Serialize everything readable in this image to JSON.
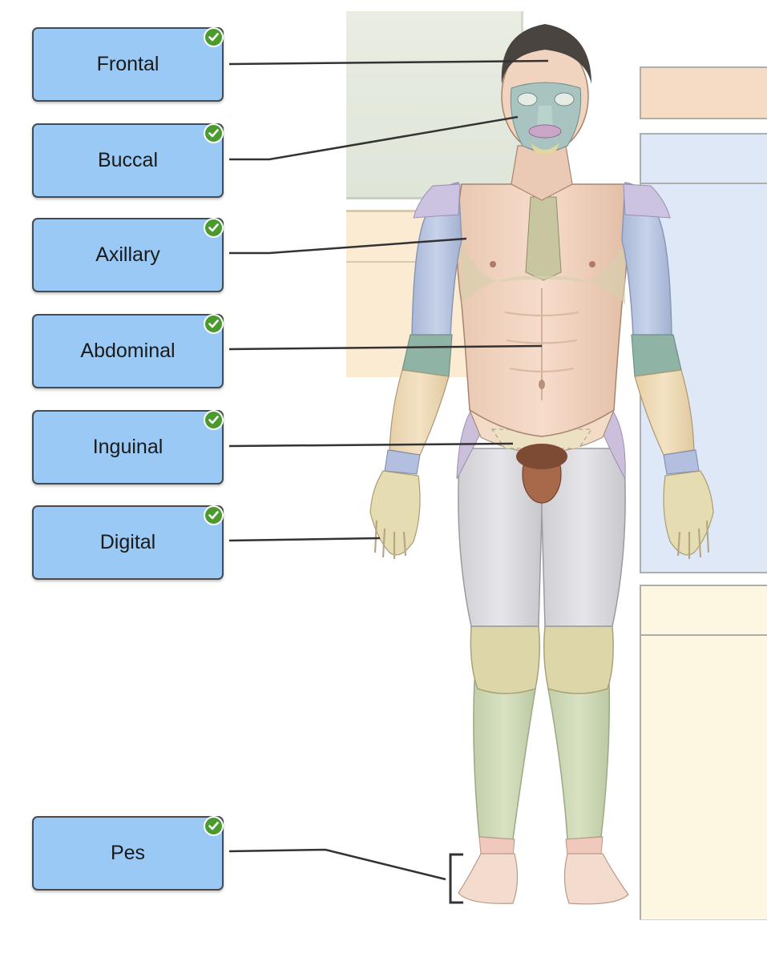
{
  "labels": [
    {
      "id": "frontal",
      "text": "Frontal",
      "status": "correct"
    },
    {
      "id": "buccal",
      "text": "Buccal",
      "status": "correct"
    },
    {
      "id": "axillary",
      "text": "Axillary",
      "status": "correct"
    },
    {
      "id": "abdominal",
      "text": "Abdominal",
      "status": "correct"
    },
    {
      "id": "inguinal",
      "text": "Inguinal",
      "status": "correct"
    },
    {
      "id": "digital",
      "text": "Digital",
      "status": "correct"
    },
    {
      "id": "pes",
      "text": "Pes",
      "status": "correct"
    }
  ],
  "icons": {
    "status_icon": "checkmark-circle-icon"
  },
  "colors": {
    "label_fill": "#99c9f4",
    "check_green": "#4a9a2e",
    "leader_line": "#333333"
  }
}
